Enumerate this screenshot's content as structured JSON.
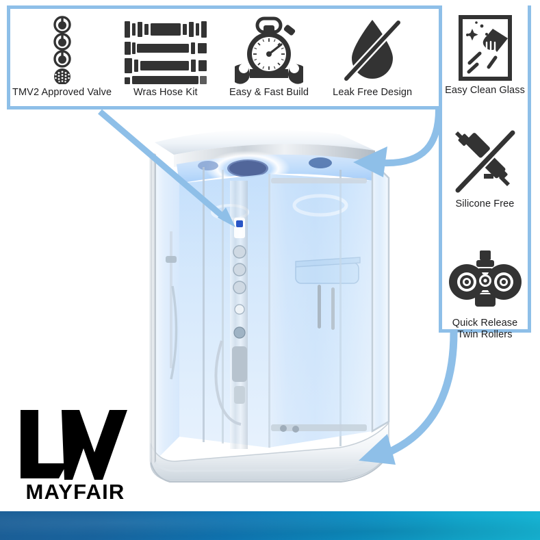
{
  "page": {
    "title": "LW Mayfair Shower Cabin Feature Infographic",
    "accent_color": "#8ebfe8",
    "icon_color": "#333333",
    "text_color": "#1d1d1f",
    "background": "#ffffff"
  },
  "top_panel": {
    "features": [
      {
        "label": "TMV2 Approved Valve",
        "icon": "tmv2-valve-icon"
      },
      {
        "label": "Wras Hose Kit",
        "icon": "hose-kit-icon"
      },
      {
        "label": "Easy & Fast Build",
        "icon": "stopwatch-wrench-icon"
      },
      {
        "label": "Leak Free Design",
        "icon": "no-water-drop-icon"
      }
    ]
  },
  "right_panel": {
    "features": [
      {
        "label": "Easy Clean Glass",
        "icon": "glass-wipe-icon"
      },
      {
        "label": "Silicone Free",
        "icon": "no-caulking-gun-icon"
      },
      {
        "label": "Quick Release\nTwin Rollers",
        "icon": "twin-rollers-icon"
      }
    ]
  },
  "product": {
    "name": "shower-cabin",
    "description": "Quadrant shower cabin with blue LED lighting"
  },
  "arrows": [
    {
      "name": "arrow-to-control-panel",
      "style": "straight-diagonal"
    },
    {
      "name": "arrow-to-roller-top",
      "style": "curved-left"
    },
    {
      "name": "arrow-to-roller-bottom",
      "style": "curved-down-left"
    }
  ],
  "logo": {
    "monogram": "LW",
    "wordmark": "MAYFAIR"
  },
  "brand_band": {
    "color_left": "#1b5e96",
    "color_right": "#16b4d4"
  }
}
